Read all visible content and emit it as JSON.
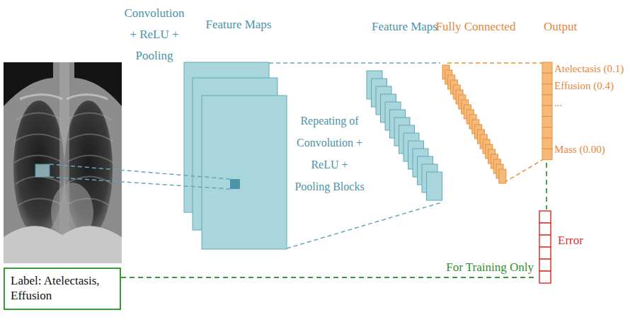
{
  "diagram": {
    "nodes": [
      {
        "text": [
          "Feature Maps"
        ]
      },
      {
        "text": [
          "Feature Maps"
        ]
      },
      {
        "text": [
          "Fully Connected"
        ]
      },
      {
        "text": [
          "Output",
          "Atelectasis (0.1)",
          "Effusion (0.4)",
          "...",
          "Mass (0.00)"
        ]
      },
      {
        "text": [
          "Error"
        ]
      },
      {
        "text": [
          "Label: Atelectasis, Effusion"
        ]
      }
    ],
    "edges": [
      {
        "from": 3,
        "to": 4,
        "arrow": "none"
      },
      {
        "from": 5,
        "to": 4,
        "arrow": "none",
        "label": "For Training Only"
      }
    ],
    "labels": [
      "Convolution + ReLU + Pooling",
      "Repeating of Convolution + ReLU + Pooling Blocks"
    ]
  }
}
